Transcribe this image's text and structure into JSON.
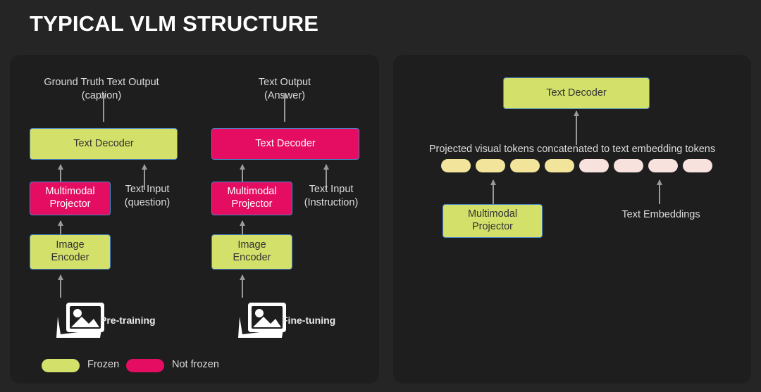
{
  "page": {
    "title": "TYPICAL VLM STRUCTURE",
    "background_color": "#252525",
    "panel_color": "#1e1e1e",
    "frozen_color": "#d3e06a",
    "not_frozen_color": "#e40d62",
    "node_border_color": "#4a86c8",
    "arrow_color": "#9a9a9a",
    "label_color": "#dcdcdc"
  },
  "left_panel": {
    "pretraining": {
      "output_label": "Ground Truth Text Output\n(caption)",
      "text_decoder": "Text Decoder",
      "text_decoder_state": "frozen",
      "multimodal_projector": "Multimodal\nProjector",
      "multimodal_projector_state": "not-frozen",
      "image_encoder": "Image\nEncoder",
      "image_encoder_state": "frozen",
      "text_input_label": "Text Input\n(question)",
      "stage_label": "Pre-training",
      "image_icon": "photo-stack-icon"
    },
    "finetuning": {
      "output_label": "Text Output\n(Answer)",
      "text_decoder": "Text Decoder",
      "text_decoder_state": "not-frozen",
      "multimodal_projector": "Multimodal\nProjector",
      "multimodal_projector_state": "not-frozen",
      "image_encoder": "Image\nEncoder",
      "image_encoder_state": "frozen",
      "text_input_label": "Text Input\n(Instruction)",
      "stage_label": "Fine-tuning",
      "image_icon": "photo-stack-icon"
    },
    "legend": [
      {
        "label": "Frozen",
        "color": "#d3e06a"
      },
      {
        "label": "Not frozen",
        "color": "#e40d62"
      }
    ]
  },
  "right_panel": {
    "text_decoder": "Text Decoder",
    "text_decoder_state": "frozen",
    "tokens_caption": "Projected visual tokens concatenated to text embedding tokens",
    "tokens": [
      {
        "kind": "visual",
        "color": "#f2e49a"
      },
      {
        "kind": "visual",
        "color": "#f2e49a"
      },
      {
        "kind": "visual",
        "color": "#f2e49a"
      },
      {
        "kind": "visual",
        "color": "#f2e49a"
      },
      {
        "kind": "text",
        "color": "#f7e2de"
      },
      {
        "kind": "text",
        "color": "#f7e2de"
      },
      {
        "kind": "text",
        "color": "#f7e2de"
      },
      {
        "kind": "text",
        "color": "#f7e2de"
      }
    ],
    "multimodal_projector": "Multimodal\nProjector",
    "multimodal_projector_state": "frozen",
    "text_embeddings_label": "Text Embeddings"
  }
}
